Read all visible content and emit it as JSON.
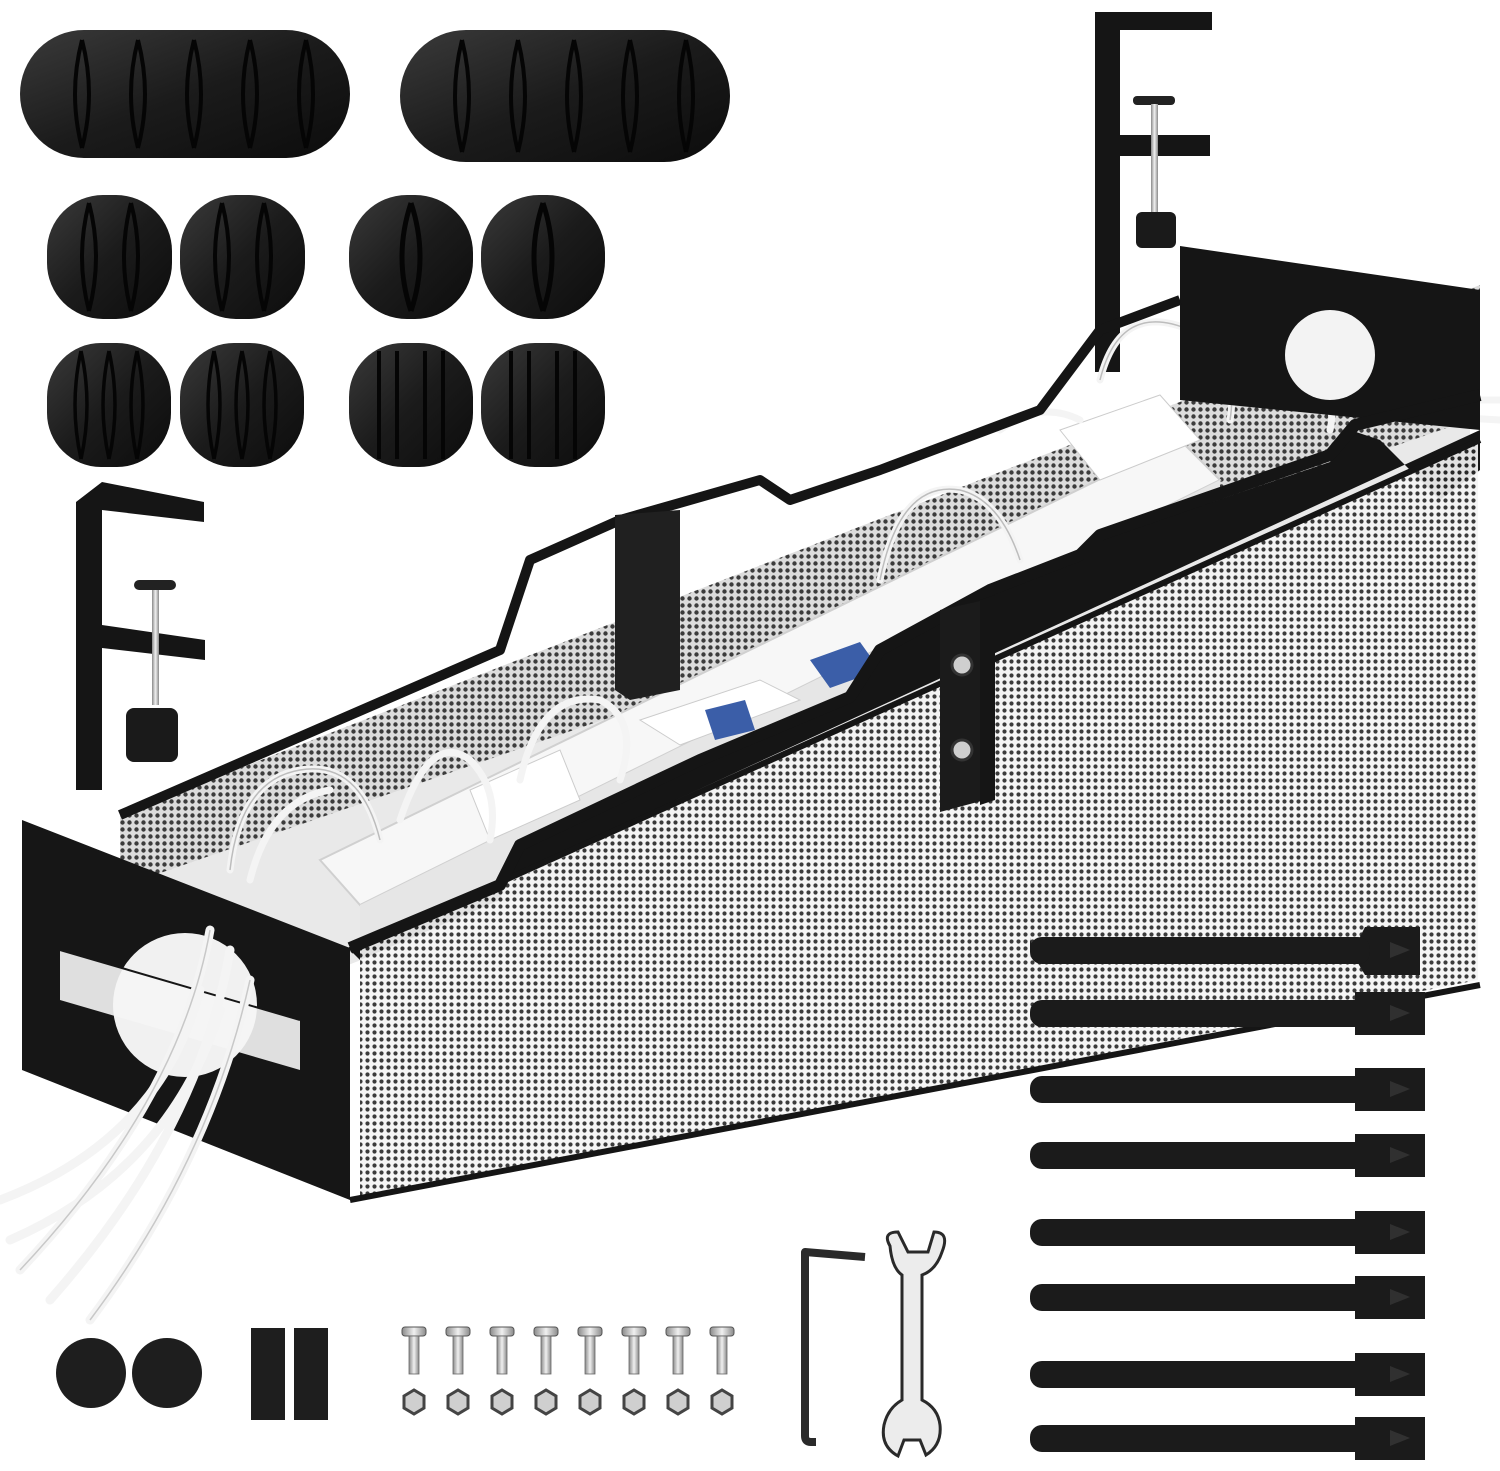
{
  "scene": {
    "background": "#ffffff",
    "colors": {
      "metal": "#151515",
      "clip": "#1c1c1c",
      "mesh": "#2a2a2a",
      "cable": "#f4f4f4",
      "power_strip": "#f7f7f7",
      "switch_accent": "#3b5ea8",
      "silver": "#c9c9c9"
    },
    "counts": {
      "large_cable_clips": 2,
      "round_cable_clips": 8,
      "velcro_ties": 8,
      "screws": 8,
      "nuts": 8,
      "adhesive_round_pads": 2,
      "adhesive_strip_pads": 2,
      "hex_keys": 1,
      "wrenches": 1
    },
    "items": [
      "large-cable-clip",
      "round-cable-clip",
      "cable-management-tray",
      "c-clamp",
      "velcro-cable-tie",
      "screw",
      "nut",
      "adhesive-pad",
      "hex-key",
      "wrench"
    ]
  }
}
